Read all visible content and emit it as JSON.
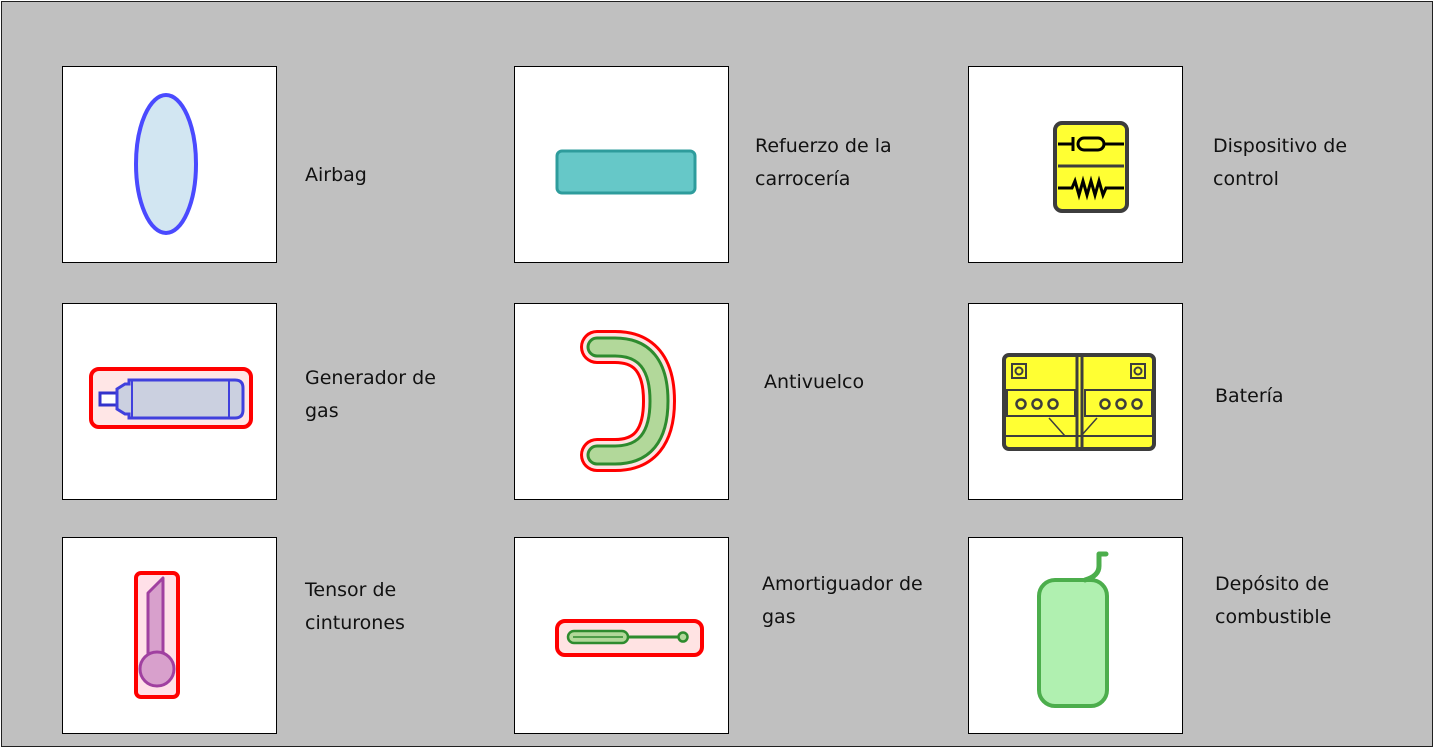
{
  "legend": {
    "items": [
      {
        "id": "airbag",
        "label": "Airbag",
        "icon": "airbag-icon",
        "color": "#4a4aff"
      },
      {
        "id": "body-reinforcement",
        "label": "Refuerzo de la\ncarrocería",
        "icon": "body-reinforcement-icon",
        "color": "#66c8c8"
      },
      {
        "id": "control-device",
        "label": "Dispositivo de\ncontrol",
        "icon": "control-device-icon",
        "color": "#ffff33"
      },
      {
        "id": "gas-generator",
        "label": "Generador de\ngas",
        "icon": "gas-generator-icon",
        "color": "#ff0000"
      },
      {
        "id": "rollover-bar",
        "label": "Antivuelco",
        "icon": "rollover-bar-icon",
        "color": "#b2d89a"
      },
      {
        "id": "battery",
        "label": "Batería",
        "icon": "battery-icon",
        "color": "#ffff33"
      },
      {
        "id": "belt-tensioner",
        "label": "Tensor de\ncinturones",
        "icon": "belt-tensioner-icon",
        "color": "#d8a0cc"
      },
      {
        "id": "gas-damper",
        "label": "Amortiguador de\ngas",
        "icon": "gas-damper-icon",
        "color": "#3f9a3f"
      },
      {
        "id": "fuel-tank",
        "label": "Depósito de\ncombustible",
        "icon": "fuel-tank-icon",
        "color": "#b0f0b0"
      }
    ]
  }
}
